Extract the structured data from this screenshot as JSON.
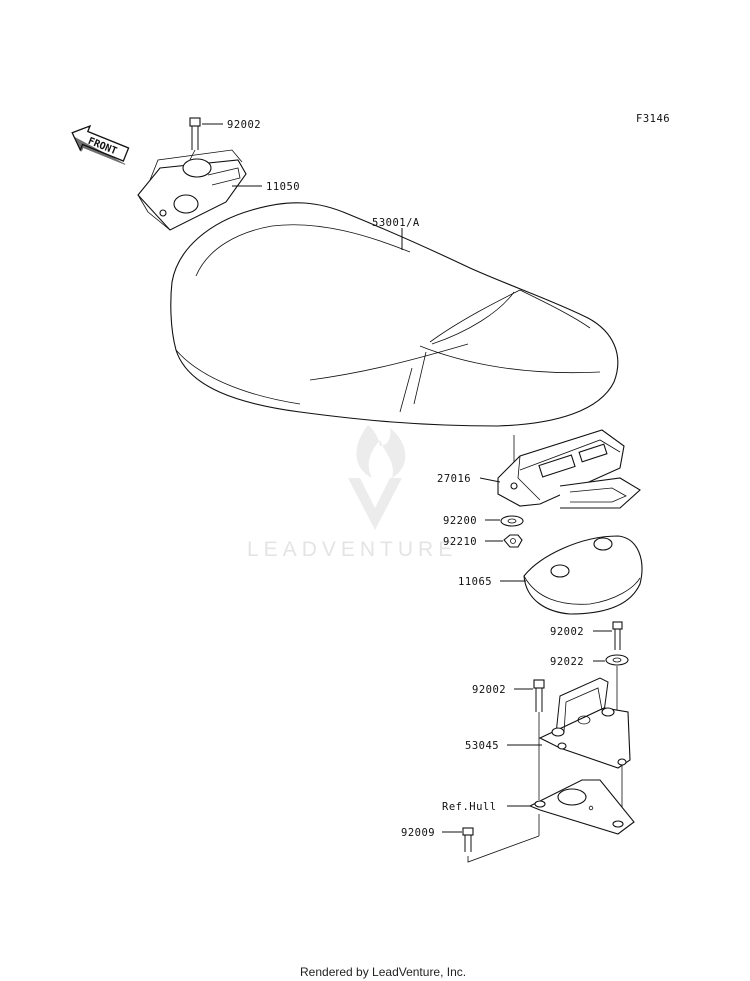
{
  "figure_code": "F3146",
  "front_label": "FRONT",
  "watermark": "LEADVENTURE",
  "footer": "Rendered by LeadVenture, Inc.",
  "callouts": {
    "bolt_top": "92002",
    "bracket_front": "11050",
    "seat": "53001/A",
    "latch": "27016",
    "washer_a": "92200",
    "nut": "92210",
    "cover": "11065",
    "bolt_right": "92002",
    "washer_b": "92022",
    "bolt_left": "92002",
    "hook_bracket": "53045",
    "ref_hull": "Ref.Hull",
    "bolt_bottom": "92009"
  }
}
